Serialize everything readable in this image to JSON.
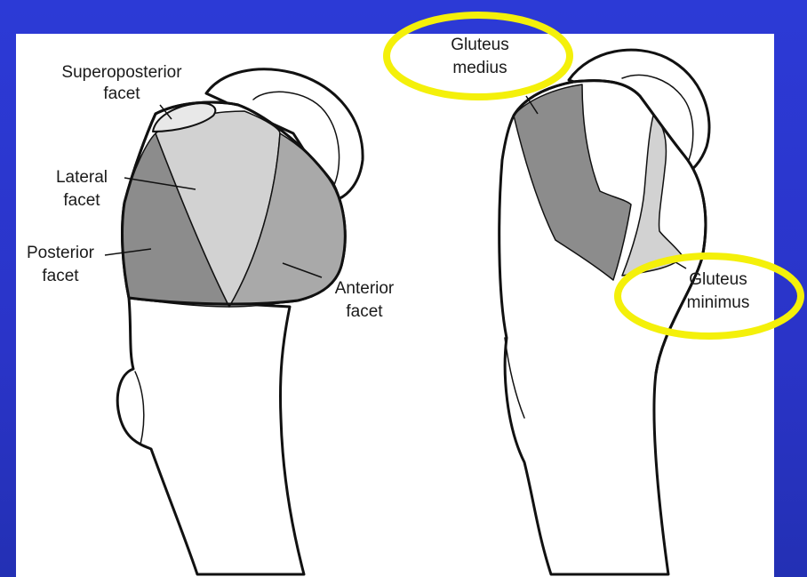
{
  "colors": {
    "slide_background": "#2b37d0",
    "panel": "#ffffff",
    "highlight": "#f4f00a",
    "facet_light": "#d2d2d2",
    "facet_mid": "#a9a9a9",
    "facet_dark": "#8c8c8c",
    "outline": "#111111"
  },
  "left_figure": {
    "labels": [
      {
        "id": "superoposterior",
        "line1": "Superoposterior",
        "line2": "facet"
      },
      {
        "id": "lateral",
        "line1": "Lateral",
        "line2": "facet"
      },
      {
        "id": "posterior",
        "line1": "Posterior",
        "line2": "facet"
      },
      {
        "id": "anterior",
        "line1": "Anterior",
        "line2": "facet"
      }
    ]
  },
  "right_figure": {
    "labels": [
      {
        "id": "gluteus-medius",
        "line1": "Gluteus",
        "line2": "medius",
        "highlighted": true
      },
      {
        "id": "gluteus-minimus",
        "line1": "Gluteus",
        "line2": "minimus",
        "highlighted": true
      }
    ]
  }
}
